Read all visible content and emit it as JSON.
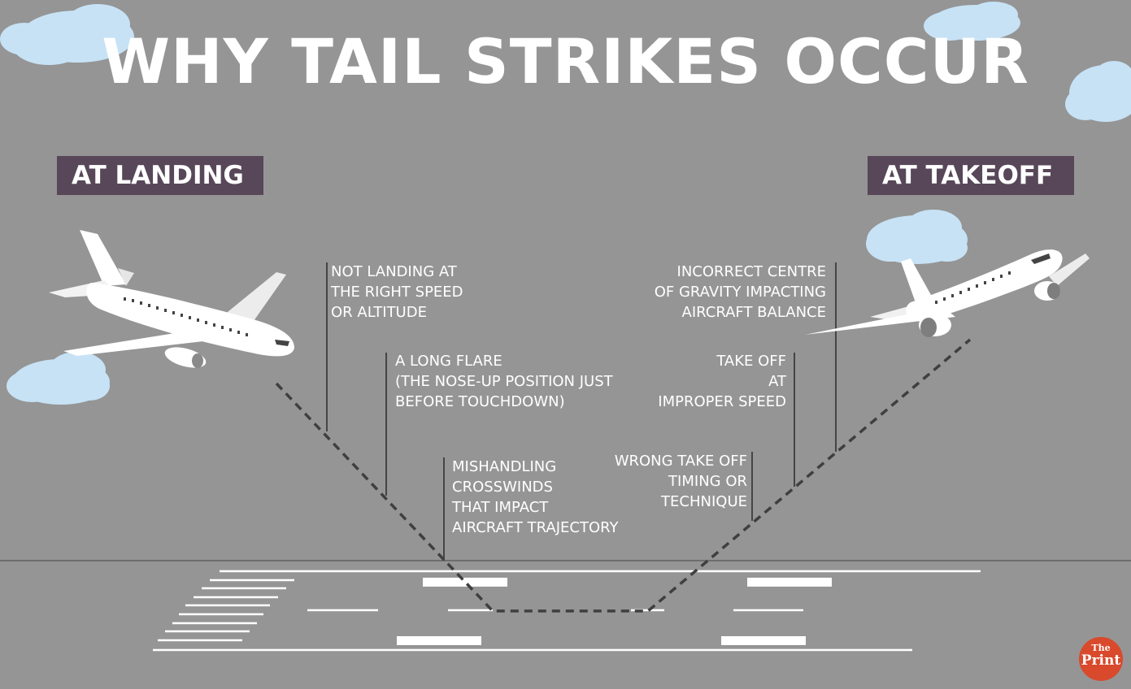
{
  "title": "WHY TAIL STRIKES OCCUR",
  "sections": {
    "landing": "AT LANDING",
    "takeoff": "AT TAKEOFF"
  },
  "landing_causes": [
    "NOT LANDING AT\nTHE RIGHT SPEED\nOR ALTITUDE",
    "A LONG FLARE\n(THE NOSE-UP POSITION JUST\nBEFORE TOUCHDOWN)",
    "MISHANDLING\nCROSSWINDS\nTHAT IMPACT\nAIRCRAFT TRAJECTORY"
  ],
  "takeoff_causes": [
    "INCORRECT CENTRE\nOF GRAVITY IMPACTING\nAIRCRAFT BALANCE",
    "TAKE OFF\nAT\nIMPROPER SPEED",
    "WRONG TAKE OFF\nTIMING OR\nTECHNIQUE"
  ],
  "logo": {
    "line1": "The",
    "line2": "Print"
  },
  "colors": {
    "background": "#959595",
    "badge": "#574758",
    "cloud": "#c7e2f5",
    "text": "#ffffff",
    "logo": "#d9492c",
    "dash": "#3f3f3f"
  }
}
